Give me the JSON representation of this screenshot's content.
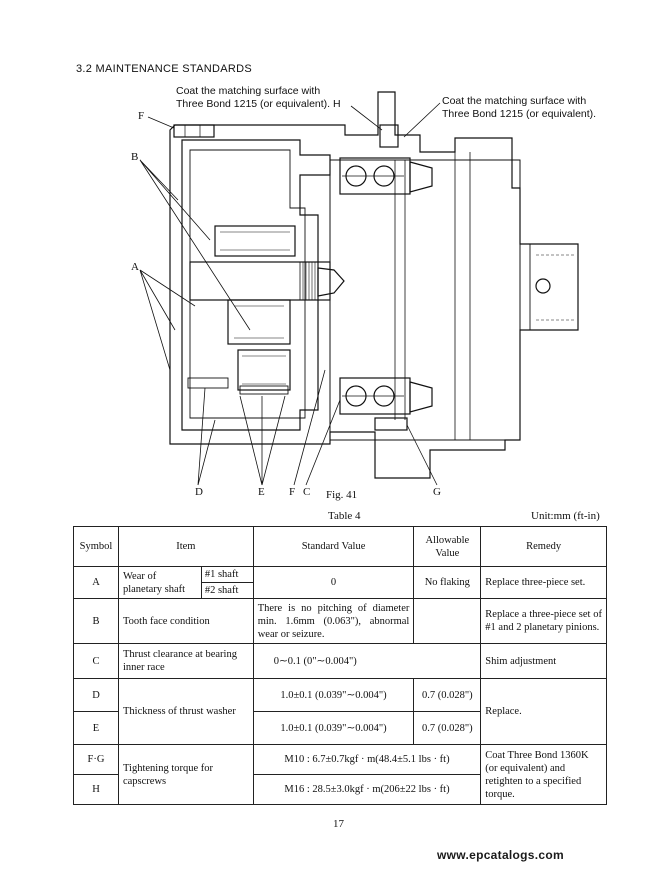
{
  "section_title": "3.2 MAINTENANCE STANDARDS",
  "figure": {
    "callout_left": [
      "Coat the matching surface with",
      "Three Bond 1215 (or equivalent).  H"
    ],
    "callout_right": [
      "Coat the matching surface with",
      "Three Bond 1215 (or equivalent)."
    ],
    "labels": {
      "F_top": "F",
      "B": "B",
      "A": "A",
      "D": "D",
      "E": "E",
      "F": "F",
      "C": "C",
      "G": "G"
    },
    "caption": "Fig. 41"
  },
  "table": {
    "caption": "Table 4",
    "unit": "Unit:mm (ft-in)",
    "headers": {
      "symbol": "Symbol",
      "item": "Item",
      "standard": "Standard Value",
      "allowable": "Allowable Value",
      "remedy": "Remedy"
    },
    "rows": {
      "a": {
        "symbol": "A",
        "item": "Wear of planetary shaft",
        "sub1": "#1 shaft",
        "sub2": "#2 shaft",
        "standard": "0",
        "allowable": "No flaking",
        "remedy": "Replace three-piece set."
      },
      "b": {
        "symbol": "B",
        "item": "Tooth face condition",
        "standard": "There is no pitching of diameter min. 1.6mm (0.063\"), abnormal wear or seizure.",
        "remedy": "Replace a three-piece set of #1 and 2 planetary pinions."
      },
      "c": {
        "symbol": "C",
        "item": "Thrust clearance at bearing inner race",
        "standard": "0∼0.1 (0\"∼0.004\")",
        "remedy": "Shim adjustment"
      },
      "de": {
        "item": "Thickness of thrust washer",
        "remedy": "Replace."
      },
      "d": {
        "symbol": "D",
        "standard": "1.0±0.1 (0.039\"∼0.004\")",
        "allowable": "0.7 (0.028\")"
      },
      "e": {
        "symbol": "E",
        "standard": "1.0±0.1 (0.039\"∼0.004\")",
        "allowable": "0.7 (0.028\")"
      },
      "fgh": {
        "item": "Tightening torque for capscrews",
        "remedy": "Coat Three Bond 1360K (or equivalent) and retighten to a specified torque."
      },
      "fg": {
        "symbol": "F·G",
        "standard": "M10 : 6.7±0.7kgf · m(48.4±5.1 lbs · ft)"
      },
      "h": {
        "symbol": "H",
        "standard": "M16 : 28.5±3.0kgf · m(206±22 lbs · ft)"
      }
    }
  },
  "page_number": "17",
  "watermark": "www.epcatalogs.com"
}
